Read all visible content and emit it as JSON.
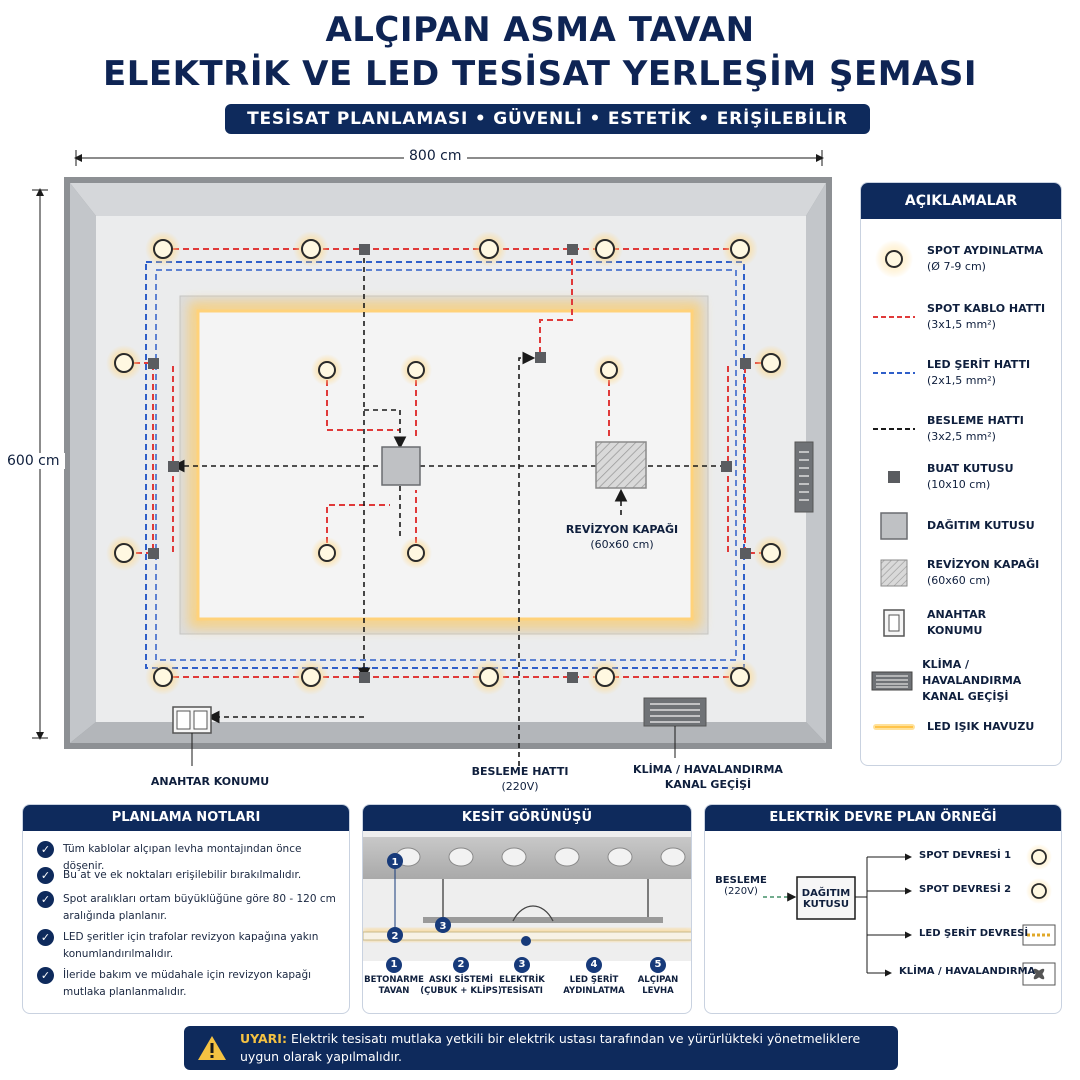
{
  "title": {
    "line1": "ALÇIPAN ASMA TAVAN",
    "line2": "ELEKTRİK VE LED TESİSAT YERLEŞİM ŞEMASI",
    "subtitle": "TESİSAT PLANLAMASI • GÜVENLİ • ESTETİK • ERİŞİLEBİLİR"
  },
  "dimensions": {
    "width": "800 cm",
    "height": "600 cm"
  },
  "plan_labels": {
    "revision_cover": "REVİZYON KAPAĞI",
    "revision_cover_size": "(60x60 cm)",
    "switch": "ANAHTAR KONUMU",
    "feed_line": "BESLEME HATTI",
    "feed_voltage": "(220V)",
    "hvac_line1": "KLİMA / HAVALANDIRMA",
    "hvac_line2": "KANAL GEÇİŞİ"
  },
  "legend": {
    "title": "AÇIKLAMALAR",
    "items": [
      {
        "name": "SPOT AYDINLATMA",
        "detail": "(Ø 7-9 cm)"
      },
      {
        "name": "SPOT KABLO HATTI",
        "detail": "(3x1,5 mm²)"
      },
      {
        "name": "LED ŞERİT HATTI",
        "detail": "(2x1,5 mm²)"
      },
      {
        "name": "BESLEME HATTI",
        "detail": "(3x2,5 mm²)"
      },
      {
        "name": "BUAT KUTUSU",
        "detail": "(10x10 cm)"
      },
      {
        "name": "DAĞITIM KUTUSU",
        "detail": ""
      },
      {
        "name": "REVİZYON KAPAĞI",
        "detail": "(60x60 cm)"
      },
      {
        "name": "ANAHTAR",
        "detail": "KONUMU"
      },
      {
        "name": "KLİMA / HAVALANDIRMA",
        "detail": "KANAL GEÇİŞİ"
      },
      {
        "name": "LED IŞIK HAVUZU",
        "detail": ""
      }
    ]
  },
  "notes": {
    "title": "PLANLAMA NOTLARI",
    "items": [
      "Tüm kablolar alçıpan levha montajından önce döşenir.",
      "Bu at ve ek noktaları erişilebilir bırakılmalıdır.",
      "Spot aralıkları ortam büyüklüğüne göre 80 - 120 cm aralığında planlanır.",
      "LED şeritler için trafolar revizyon kapağına yakın konumlandırılmalıdır.",
      "İleride bakım ve müdahale için revizyon kapağı mutlaka planlanmalıdır."
    ]
  },
  "section": {
    "title": "KESİT GÖRÜNÜŞÜ",
    "items": [
      {
        "num": "1",
        "line1": "BETONARME",
        "line2": "TAVAN"
      },
      {
        "num": "2",
        "line1": "ASKI SİSTEMİ",
        "line2": "(ÇUBUK + KLİPS)"
      },
      {
        "num": "3",
        "line1": "ELEKTRİK",
        "line2": "TESİSATI"
      },
      {
        "num": "4",
        "line1": "LED ŞERİT",
        "line2": "AYDINLATMA"
      },
      {
        "num": "5",
        "line1": "ALÇIPAN",
        "line2": "LEVHA"
      }
    ]
  },
  "circuit": {
    "title": "ELEKTRİK DEVRE PLAN ÖRNEĞİ",
    "feed": "BESLEME",
    "feed_voltage": "(220V)",
    "box_line1": "DAĞITIM",
    "box_line2": "KUTUSU",
    "circuits": [
      "SPOT DEVRESİ 1",
      "SPOT DEVRESİ 2",
      "LED ŞERİT DEVRESİ",
      "KLİMA / HAVALANDIRMA"
    ]
  },
  "warning": {
    "label": "UYARI:",
    "line1": "Elektrik tesisatı mutlaka yetkili bir elektrik ustası tarafından ve yürürlükteki yönetmeliklere",
    "line2": "uygun olarak yapılmalıdır."
  },
  "colors": {
    "navy": "#0e2a5c",
    "spot_cable": "#e03a3a",
    "led_cable": "#2f5fc9",
    "feed_cable": "#1a1a1a",
    "led_glow": "#ffd27a"
  }
}
